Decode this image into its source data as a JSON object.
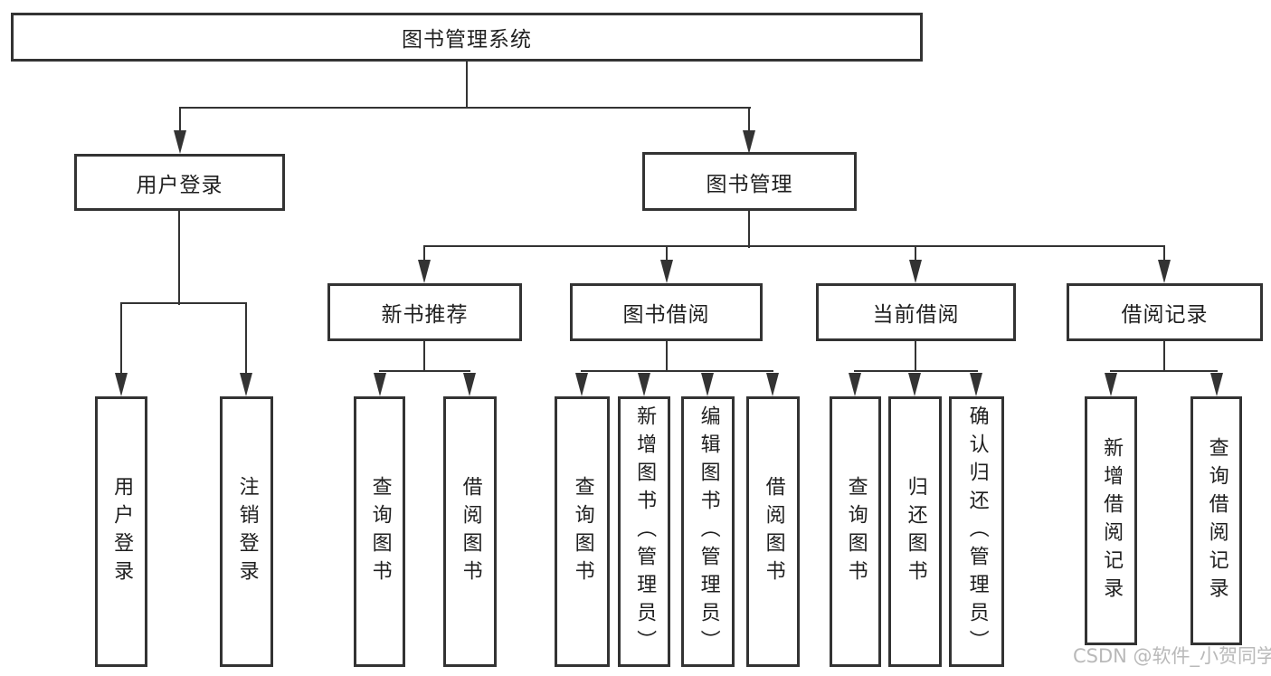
{
  "diagram": {
    "title": "图书管理系统",
    "nodes": {
      "user_login": "用户登录",
      "book_management": "图书管理",
      "new_book_recommend": "新书推荐",
      "book_borrow": "图书借阅",
      "current_borrow": "当前借阅",
      "borrow_records": "借阅记录",
      "leaf_user_login": "用户登录",
      "leaf_logout": "注销登录",
      "leaf_nb_query_book": "查询图书",
      "leaf_nb_borrow_book": "借阅图书",
      "leaf_bw_query_book": "查询图书",
      "leaf_bw_add_book": "新增图书（管理员）",
      "leaf_bw_edit_book": "编辑图书（管理员）",
      "leaf_bw_borrow_book": "借阅图书",
      "leaf_cur_query_book": "查询图书",
      "leaf_cur_return_book": "归还图书",
      "leaf_cur_confirm_return": "确认归还（管理员）",
      "leaf_rec_add_record": "新增借阅记录",
      "leaf_rec_query_record": "查询借阅记录"
    },
    "hierarchy": {
      "图书管理系统": {
        "用户登录": [
          "用户登录",
          "注销登录"
        ],
        "图书管理": {
          "新书推荐": [
            "查询图书",
            "借阅图书"
          ],
          "图书借阅": [
            "查询图书",
            "新增图书（管理员）",
            "编辑图书（管理员）",
            "借阅图书"
          ],
          "当前借阅": [
            "查询图书",
            "归还图书",
            "确认归还（管理员）"
          ],
          "借阅记录": [
            "新增借阅记录",
            "查询借阅记录"
          ]
        }
      }
    }
  },
  "watermark": "CSDN @软件_小贺同学",
  "colors": {
    "line": "#333333",
    "text": "#1f1f1f",
    "watermark": "#b9b9b9",
    "background": "#ffffff"
  }
}
